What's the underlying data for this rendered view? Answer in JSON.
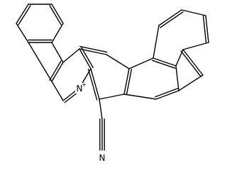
{
  "diagram": {
    "type": "chemical-structure",
    "atoms": {
      "ring_nitrogen": {
        "symbol": "N",
        "charge": "+"
      },
      "nitrile_nitrogen": {
        "symbol": "N"
      }
    },
    "colors": {
      "bond": "#000000",
      "background": "#ffffff"
    }
  }
}
